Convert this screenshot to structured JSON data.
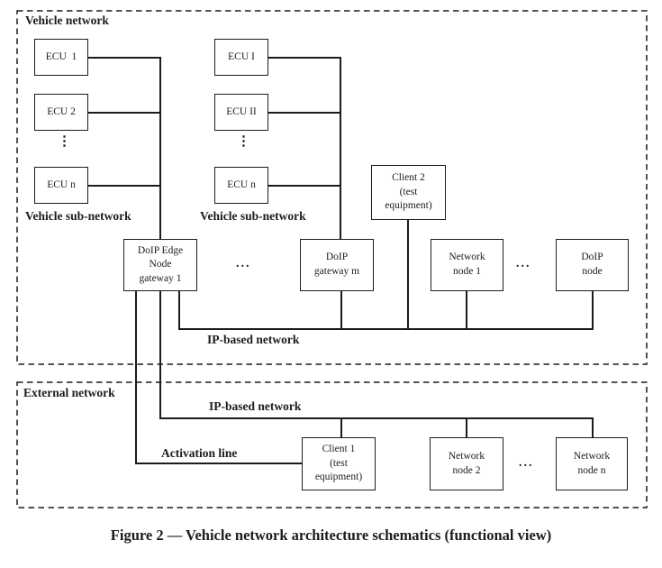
{
  "figure": {
    "caption": "Figure 2 — Vehicle network architecture schematics (functional view)"
  },
  "vehicle_network": {
    "title": "Vehicle network",
    "subnet_left_label": "Vehicle sub-network",
    "subnet_mid_label": "Vehicle sub-network",
    "ecu_left": [
      "ECU  1",
      "ECU 2",
      "ECU n"
    ],
    "ecu_mid": [
      "ECU I",
      "ECU II",
      "ECU n"
    ],
    "vdots": "⋮",
    "client2_label": "Client 2\n(test\nequipment)",
    "doip_edge_node_label": "DoIP Edge\nNode\ngateway 1",
    "doip_gateway_m_label": "DoIP\ngateway m",
    "network_node_1_label": "Network\nnode 1",
    "doip_node_label": "DoIP\nnode",
    "ip_network_label": "IP-based network",
    "ellipsis_gateways": "...",
    "ellipsis_nodes": "..."
  },
  "external_network": {
    "title": "External network",
    "ip_network_label": "IP-based network",
    "activation_line_label": "Activation line",
    "client1_label": "Client 1\n(test\nequipment)",
    "network_node_2_label": "Network\nnode 2",
    "network_node_n_label": "Network\nnode n",
    "ellipsis_nodes": "..."
  },
  "colors": {
    "line": "#1c1c1c",
    "background": "#ffffff"
  }
}
